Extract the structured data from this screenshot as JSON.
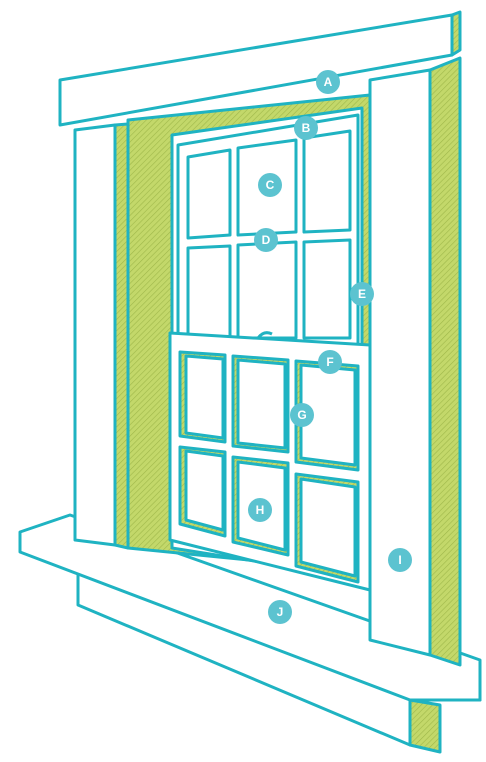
{
  "colors": {
    "outline": "#1fb3c2",
    "shade": "#c3d86a",
    "fill": "#ffffff",
    "badge": "#5cc3d0",
    "badge_text": "#ffffff"
  },
  "labels": [
    {
      "id": "A",
      "text": "A"
    },
    {
      "id": "B",
      "text": "B"
    },
    {
      "id": "C",
      "text": "C"
    },
    {
      "id": "D",
      "text": "D"
    },
    {
      "id": "E",
      "text": "E"
    },
    {
      "id": "F",
      "text": "F"
    },
    {
      "id": "G",
      "text": "G"
    },
    {
      "id": "H",
      "text": "H"
    },
    {
      "id": "I",
      "text": "I"
    },
    {
      "id": "J",
      "text": "J"
    }
  ]
}
